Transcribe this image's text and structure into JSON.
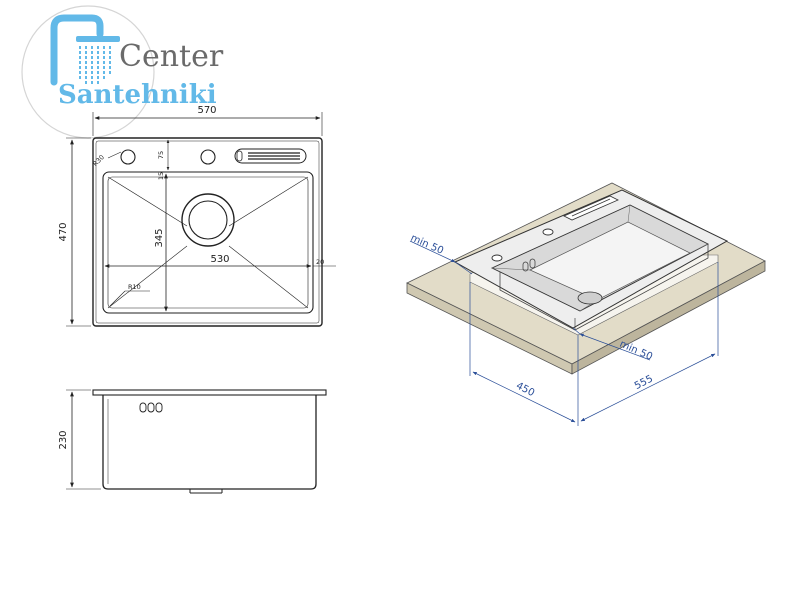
{
  "logo": {
    "line1": "Center",
    "line2": "Santehniki",
    "colors": {
      "gray": "#6a6a6a",
      "blue": "#62b9e8"
    }
  },
  "top_view": {
    "width_label": "570",
    "height_label": "470",
    "inner_width_label": "530",
    "inner_height_label": "345",
    "radius_outer_label": "R30",
    "radius_inner_label": "R10",
    "offset_75_label": "75",
    "offset_15_label": "15",
    "offset_20_label": "20"
  },
  "side_view": {
    "depth_label": "230"
  },
  "iso_view": {
    "min_left_label": "min 50",
    "min_right_label": "min 50",
    "cutout_depth_label": "450",
    "cutout_width_label": "555",
    "dimension_color": "#2a4e98",
    "countertop_color": "#e2dcc8"
  }
}
